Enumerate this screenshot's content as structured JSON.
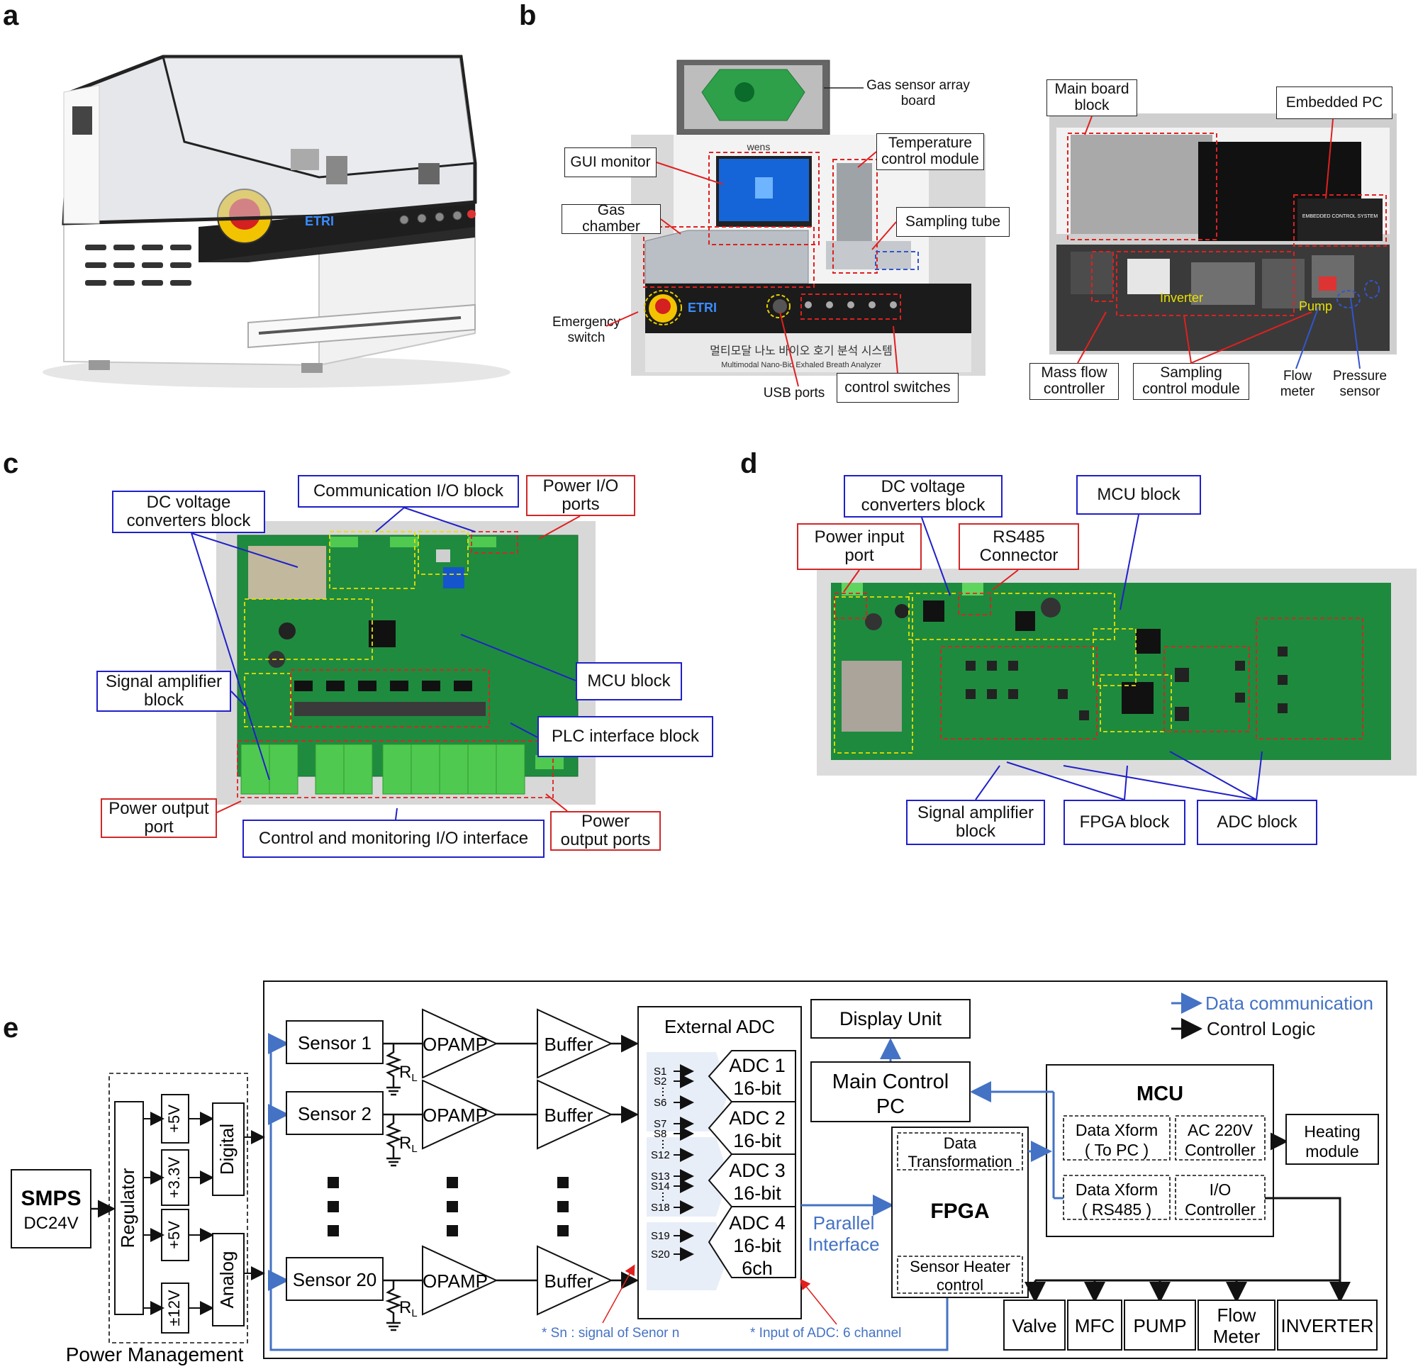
{
  "panels": {
    "a": "a",
    "b": "b",
    "c": "c",
    "d": "d",
    "e": "e"
  },
  "panel_a": {
    "brand": "ETRI"
  },
  "panel_b": {
    "gas_sensor_array": "Gas sensor array board",
    "gui_monitor": "GUI monitor",
    "temp_control": "Temperature control module",
    "gas_chamber": "Gas chamber",
    "sampling_tube": "Sampling tube",
    "emergency_switch": "Emergency switch",
    "usb_ports": "USB ports",
    "control_switches": "control switches",
    "brand": "ETRI",
    "wens": "wens",
    "korean_title": "멀티모달 나노 바이오 호기 분석 시스템",
    "english_title": "Multimodal Nano-Bio Exhaled Breath Analyzer",
    "main_board": "Main board block",
    "embedded_pc": "Embedded PC",
    "embedded_label": "EMBEDDED CONTROL SYSTEM",
    "inverter": "Inverter",
    "pump": "Pump",
    "mass_flow": "Mass flow controller",
    "sampling_control": "Sampling control module",
    "flow_meter": "Flow meter",
    "pressure_sensor": "Pressure sensor"
  },
  "panel_c": {
    "dc_voltage": "DC voltage converters block",
    "comm_io": "Communication I/O block",
    "power_io": "Power I/O ports",
    "mcu": "MCU block",
    "signal_amp": "Signal amplifier block",
    "plc": "PLC interface block",
    "power_out_port": "Power output port",
    "control_monitor": "Control and monitoring I/O interface",
    "power_out_ports": "Power output ports"
  },
  "panel_d": {
    "dc_voltage": "DC voltage converters block",
    "mcu": "MCU block",
    "power_input": "Power input port",
    "rs485": "RS485 Connector",
    "signal_amp": "Signal amplifier block",
    "fpga": "FPGA block",
    "adc": "ADC block"
  },
  "panel_e": {
    "legend_data": "Data communication",
    "legend_control": "Control Logic",
    "smps": "SMPS",
    "smps_sub": "DC24V",
    "regulator": "Regulator",
    "v5a": "+5V",
    "v33": "+3.3V",
    "v5b": "+5V",
    "v12": "±12V",
    "digital": "Digital",
    "analog": "Analog",
    "power_mgmt": "Power Management",
    "sensor1": "Sensor 1",
    "sensor2": "Sensor 2",
    "sensor20": "Sensor 20",
    "rl": "R",
    "rl_sub": "L",
    "opamp": "OPAMP",
    "buffer": "Buffer",
    "ext_adc": "External ADC",
    "adc1_a": "ADC 1",
    "adc1_b": "16-bit",
    "adc2_a": "ADC 2",
    "adc2_b": "16-bit",
    "adc3_a": "ADC 3",
    "adc3_b": "16-bit",
    "adc4_a": "ADC 4",
    "adc4_b": "16-bit",
    "adc4_c": "6ch",
    "s_labels": [
      "S1",
      "S2",
      "S6",
      "S7",
      "S8",
      "S12",
      "S13",
      "S14",
      "S18",
      "S19",
      "S20"
    ],
    "parallel_a": "Parallel",
    "parallel_b": "Interface",
    "display": "Display Unit",
    "main_pc_a": "Main Control",
    "main_pc_b": "PC",
    "fpga": "FPGA",
    "data_tr_a": "Data",
    "data_tr_b": "Transformation",
    "heater_a": "Sensor Heater",
    "heater_b": "control",
    "mcu": "MCU",
    "xform_pc_a": "Data Xform",
    "xform_pc_b": "( To PC )",
    "ac_a": "AC 220V",
    "ac_b": "Controller",
    "xform_rs_a": "Data Xform",
    "xform_rs_b": "( RS485 )",
    "io_a": "I/O",
    "io_b": "Controller",
    "heating_a": "Heating",
    "heating_b": "module",
    "valve": "Valve",
    "mfc": "MFC",
    "pump": "PUMP",
    "flow_a": "Flow",
    "flow_b": "Meter",
    "inverter": "INVERTER",
    "note_sn": "* Sn : signal of Senor n",
    "note_adc": "* Input of ADC: 6 channel",
    "colors": {
      "data": "#4472c4",
      "control": "#111111",
      "red": "#e02020"
    }
  }
}
